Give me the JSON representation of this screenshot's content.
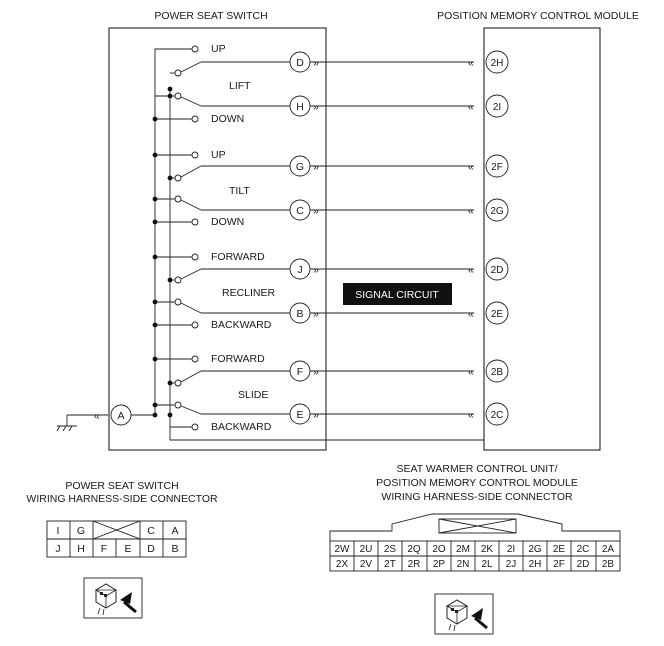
{
  "titles": {
    "switch": "POWER SEAT SWITCH",
    "module": "POSITION MEMORY CONTROL  MODULE"
  },
  "groups": [
    {
      "name": "LIFT",
      "upper": "UP",
      "lower": "DOWN",
      "upper_pin": "D",
      "lower_pin": "H",
      "upper_mod": "2H",
      "lower_mod": "2I"
    },
    {
      "name": "TILT",
      "upper": "UP",
      "lower": "DOWN",
      "upper_pin": "G",
      "lower_pin": "C",
      "upper_mod": "2F",
      "lower_mod": "2G"
    },
    {
      "name": "RECLINER",
      "upper": "FORWARD",
      "lower": "BACKWARD",
      "upper_pin": "J",
      "lower_pin": "B",
      "upper_mod": "2D",
      "lower_mod": "2E"
    },
    {
      "name": "SLIDE",
      "upper": "FORWARD",
      "lower": "BACKWARD",
      "upper_pin": "F",
      "lower_pin": "E",
      "upper_mod": "2B",
      "lower_mod": "2C"
    }
  ],
  "ground_pin": "A",
  "signal_label": "SIGNAL CIRCUIT",
  "connector_left": {
    "title_line1": "POWER SEAT SWITCH",
    "title_line2": "WIRING HARNESS-SIDE CONNECTOR",
    "row1": [
      "I",
      "G",
      "",
      "C",
      "A"
    ],
    "row2": [
      "J",
      "H",
      "F",
      "E",
      "D",
      "B"
    ]
  },
  "connector_right": {
    "title_line1": "SEAT WARMER CONTROL UNIT/",
    "title_line2": "POSITION MEMORY CONTROL MODULE",
    "title_line3": "WIRING HARNESS-SIDE CONNECTOR",
    "row1": [
      "2W",
      "2U",
      "2S",
      "2Q",
      "2O",
      "2M",
      "2K",
      "2I",
      "2G",
      "2E",
      "2C",
      "2A"
    ],
    "row2": [
      "2X",
      "2V",
      "2T",
      "2R",
      "2P",
      "2N",
      "2L",
      "2J",
      "2H",
      "2F",
      "2D",
      "2B"
    ]
  }
}
